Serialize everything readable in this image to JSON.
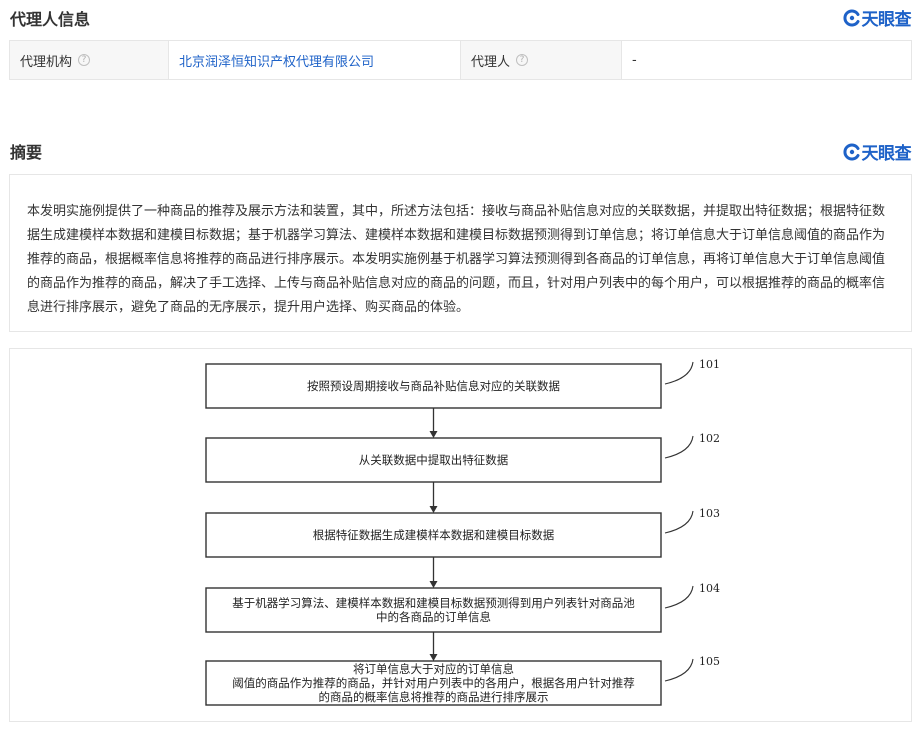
{
  "agent_section": {
    "title": "代理人信息",
    "brand": "天眼查",
    "agency_label": "代理机构",
    "agency_value": "北京润泽恒知识产权代理有限公司",
    "agent_label": "代理人",
    "agent_value": "-",
    "help_glyph": "?"
  },
  "abstract_section": {
    "title": "摘要",
    "brand": "天眼查",
    "text": "本发明实施例提供了一种商品的推荐及展示方法和装置，其中，所述方法包括：接收与商品补贴信息对应的关联数据，并提取出特征数据；根据特征数据生成建模样本数据和建模目标数据；基于机器学习算法、建模样本数据和建模目标数据预测得到订单信息；将订单信息大于订单信息阈值的商品作为推荐的商品，根据概率信息将推荐的商品进行排序展示。本发明实施例基于机器学习算法预测得到各商品的订单信息，再将订单信息大于订单信息阈值的商品作为推荐的商品，解决了手工选择、上传与商品补贴信息对应的商品的问题，而且，针对用户列表中的每个用户，可以根据推荐的商品的概率信息进行排序展示，避免了商品的无序展示，提升用户选择、购买商品的体验。"
  },
  "flowchart": {
    "steps": [
      {
        "ref": "101",
        "lines": [
          "按照预设周期接收与商品补贴信息对应的关联数据"
        ]
      },
      {
        "ref": "102",
        "lines": [
          "从关联数据中提取出特征数据"
        ]
      },
      {
        "ref": "103",
        "lines": [
          "根据特征数据生成建模样本数据和建模目标数据"
        ]
      },
      {
        "ref": "104",
        "lines": [
          "基于机器学习算法、建模样本数据和建模目标数据预测得到用户列表针对商品池",
          "中的各商品的订单信息"
        ]
      },
      {
        "ref": "105",
        "lines": [
          "将订单信息大于对应的订单信息",
          "阈值的商品作为推荐的商品，并针对用户列表中的各用户，根据各用户针对推荐",
          "的商品的概率信息将推荐的商品进行排序展示"
        ]
      }
    ]
  }
}
